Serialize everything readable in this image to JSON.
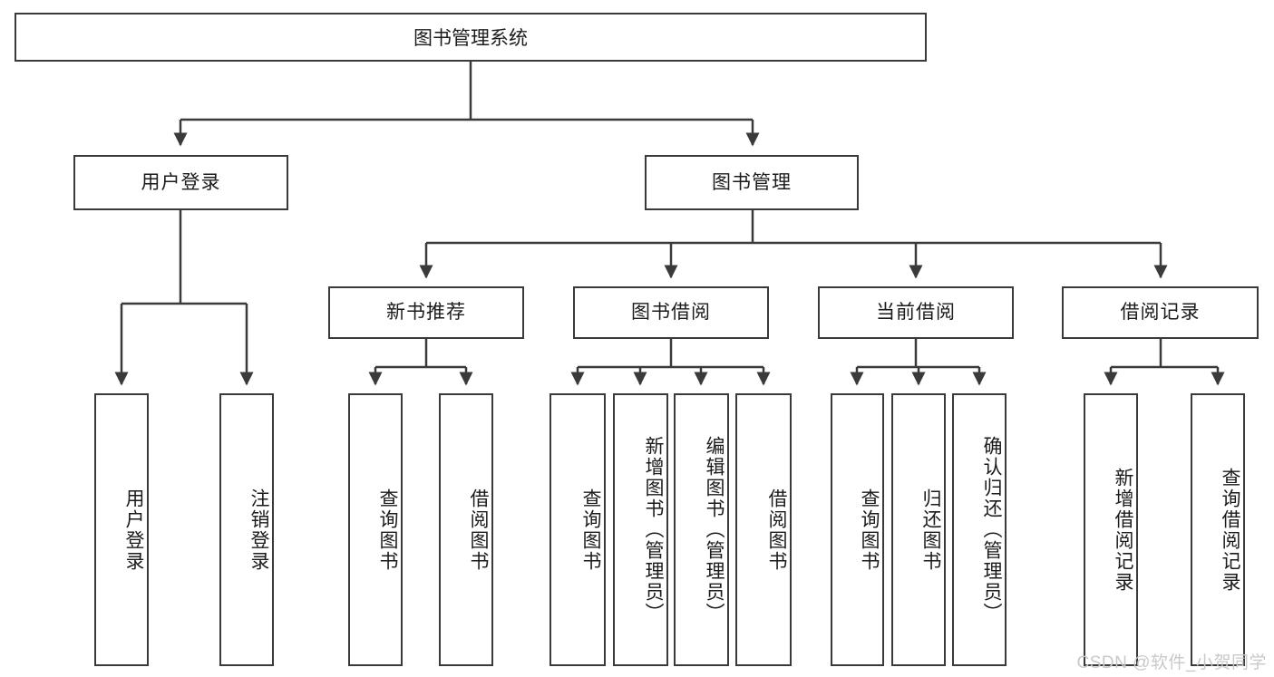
{
  "diagram": {
    "title": "图书管理系统",
    "type": "tree-hierarchy-diagram",
    "line_color": "#3a3a3a",
    "box_fill": "#ffffff",
    "text_color": "#1b1b1b",
    "watermark": "CSDN @软件_小贺同学",
    "nodes": {
      "root": {
        "label": "图书管理系统"
      },
      "level2": [
        {
          "label": "用户登录"
        },
        {
          "label": "图书管理"
        }
      ],
      "level3": [
        {
          "label": "新书推荐"
        },
        {
          "label": "图书借阅"
        },
        {
          "label": "当前借阅"
        },
        {
          "label": "借阅记录"
        }
      ],
      "leaves": {
        "user_login": [
          {
            "label": "用户登录"
          },
          {
            "label": "注销登录"
          }
        ],
        "new_book_recommend": [
          {
            "label": "查询图书"
          },
          {
            "label": "借阅图书"
          }
        ],
        "book_borrow": [
          {
            "label": "查询图书"
          },
          {
            "label": "新增图书（管理员）"
          },
          {
            "label": "编辑图书（管理员）"
          },
          {
            "label": "借阅图书"
          }
        ],
        "current_borrow": [
          {
            "label": "查询图书"
          },
          {
            "label": "归还图书"
          },
          {
            "label": "确认归还（管理员）"
          }
        ],
        "borrow_record": [
          {
            "label": "新增借阅记录"
          },
          {
            "label": "查询借阅记录"
          }
        ]
      }
    }
  }
}
